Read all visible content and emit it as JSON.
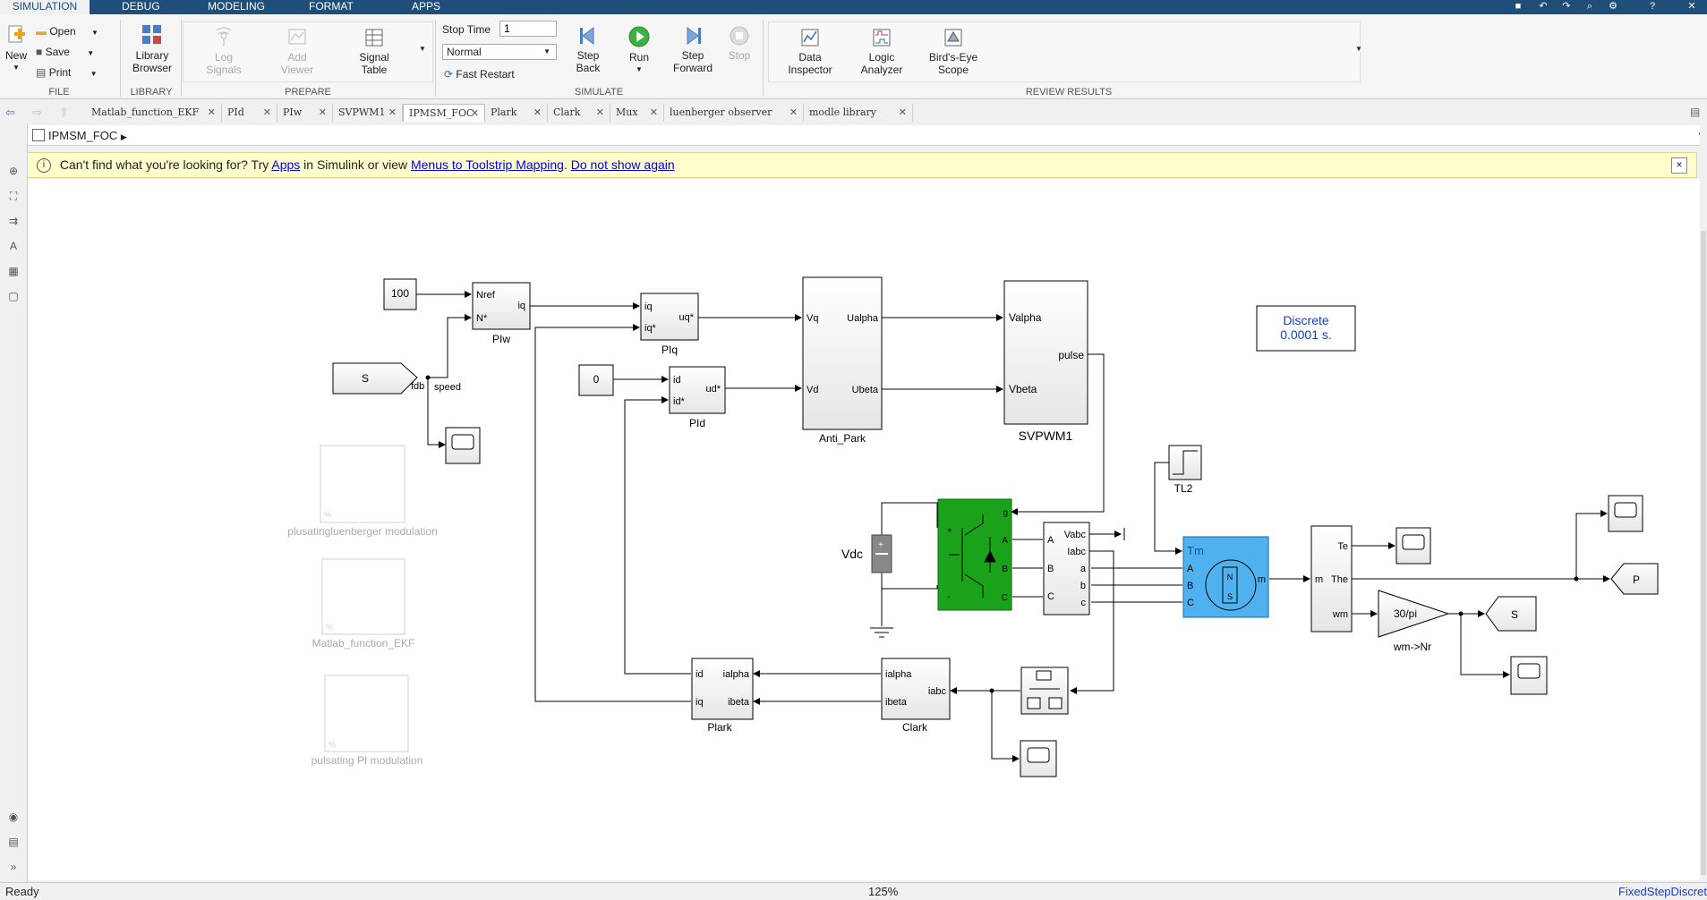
{
  "menu": {
    "tabs": [
      "SIMULATION",
      "DEBUG",
      "MODELING",
      "FORMAT",
      "APPS"
    ]
  },
  "toolstrip": {
    "file": {
      "label": "FILE",
      "new": "New",
      "open": "Open",
      "save": "Save",
      "print": "Print"
    },
    "library": {
      "label": "LIBRARY",
      "library_browser_line1": "Library",
      "library_browser_line2": "Browser"
    },
    "prepare": {
      "label": "PREPARE",
      "log_signals_line1": "Log",
      "log_signals_line2": "Signals",
      "add_viewer_line1": "Add",
      "add_viewer_line2": "Viewer",
      "signal_table_line1": "Signal",
      "signal_table_line2": "Table"
    },
    "simulate": {
      "label": "SIMULATE",
      "stop_time_label": "Stop Time",
      "stop_time_value": "1",
      "mode_value": "Normal",
      "fast_restart": "Fast Restart",
      "step_back_line1": "Step",
      "step_back_line2": "Back",
      "run": "Run",
      "step_forward_line1": "Step",
      "step_forward_line2": "Forward",
      "stop": "Stop"
    },
    "review": {
      "label": "REVIEW RESULTS",
      "data_inspector_line1": "Data",
      "data_inspector_line2": "Inspector",
      "logic_analyzer_line1": "Logic",
      "logic_analyzer_line2": "Analyzer",
      "birds_eye_line1": "Bird's-Eye",
      "birds_eye_line2": "Scope"
    }
  },
  "tabs": [
    "Matlab_function_EKF",
    "PId",
    "PIw",
    "SVPWM1",
    "IPMSM_FOC",
    "Plark",
    "Clark",
    "Mux",
    "luenberger observer",
    "modle library"
  ],
  "active_tab": "IPMSM_FOC",
  "breadcrumb": "IPMSM_FOC",
  "infobar": {
    "text1": "Can't find what you're looking for? Try ",
    "link_apps": "Apps",
    "text2": " in Simulink or view ",
    "link_menus": "Menus to Toolstrip Mapping",
    "text3": ". ",
    "link_dismiss": "Do not show again",
    "close": "×"
  },
  "diagram": {
    "const_100": "100",
    "const_0": "0",
    "piw": {
      "name": "PIw",
      "in1": "Nref",
      "in2": "N*",
      "out": "iq"
    },
    "piq": {
      "name": "PIq",
      "in1": "iq",
      "in2": "iq*",
      "out": "uq*"
    },
    "pid": {
      "name": "PId",
      "in1": "id",
      "in2": "id*",
      "out": "ud*"
    },
    "antipark": {
      "name": "Anti_Park",
      "in1": "Vq",
      "in2": "Vd",
      "out1": "Ualpha",
      "out2": "Ubeta"
    },
    "svpwm": {
      "name": "SVPWM1",
      "in1": "Valpha",
      "in2": "Vbeta",
      "out": "pulse"
    },
    "discrete": {
      "line1": "Discrete",
      "line2": "0.0001 s."
    },
    "goto_s": "S",
    "from_s": "S",
    "goto_p": "P",
    "fdb": "fdb",
    "speed": "speed",
    "vdc": "Vdc",
    "tl2": "TL2",
    "meas": {
      "out1": "Vabc",
      "out2": "Iabc",
      "in1": "A",
      "in2": "B",
      "in3": "C",
      "p1": "a",
      "p2": "b",
      "p3": "c"
    },
    "inverter": {
      "g": "g",
      "a": "A",
      "b": "B",
      "c": "C",
      "plus": "+",
      "minus": "-"
    },
    "motor": {
      "tm": "Tm",
      "a": "A",
      "b": "B",
      "c": "C",
      "m": "m",
      "n": "N",
      "s": "S"
    },
    "demux": {
      "in": "m",
      "te": "Te",
      "the": "The",
      "wm": "wm"
    },
    "gain": {
      "value": "30/pi",
      "name": "wm->Nr"
    },
    "plark": {
      "name": "Plark",
      "in1": "ialpha",
      "in2": "ibeta",
      "out1": "id",
      "out2": "iq"
    },
    "clark": {
      "name": "Clark",
      "in1": "iabc",
      "out1": "ialpha",
      "out2": "ibeta"
    },
    "faded1": "plusatingluenberger modulation",
    "faded2": "Matlab_function_EKF",
    "faded3": "pulsating PI modulation",
    "pct": "%"
  },
  "status": {
    "left": "Ready",
    "zoom": "125%",
    "solver": "FixedStepDiscrete"
  }
}
